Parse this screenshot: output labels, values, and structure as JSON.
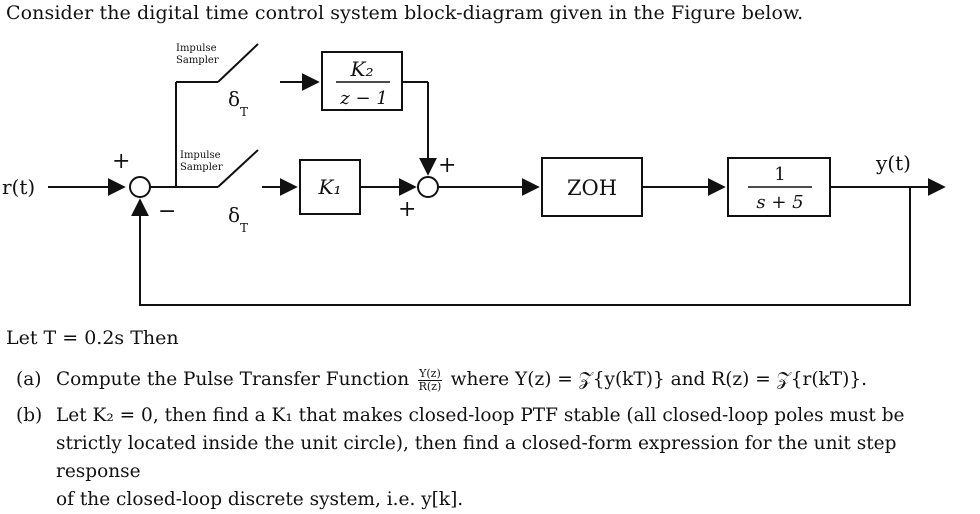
{
  "intro": "Consider the digital time control system block-diagram given in the Figure below.",
  "diagram": {
    "input_label": "r(t)",
    "output_label": "y(t)",
    "sampler_label_line1": "Impulse",
    "sampler_label_line2": "Sampler",
    "delta_label": "δ",
    "delta_sub": "T",
    "k1_label": "K₁",
    "k2_num": "K₂",
    "k2_den": "z − 1",
    "zoh_label": "ZOH",
    "plant_num": "1",
    "plant_den": "s + 5",
    "sum1_plus": "+",
    "sum1_minus": "−",
    "sum2_plus_top": "+",
    "sum2_plus_bottom": "+"
  },
  "let_line": "Let T = 0.2s Then",
  "part_a": {
    "label": "(a)",
    "text_before": "Compute the Pulse Transfer Function",
    "frac_num": "Y(z)",
    "frac_den": "R(z)",
    "text_after": "where Y(z) = 𝒵{y(kT)} and R(z) = 𝒵{r(kT)}."
  },
  "part_b": {
    "label": "(b)",
    "line1": "Let K₂ = 0, then find a K₁ that makes closed-loop PTF stable (all closed-loop poles must be",
    "line2": "strictly located inside the unit circle), then find a closed-form expression for the unit step response",
    "line3": "of the closed-loop discrete system, i.e. y[k]."
  }
}
